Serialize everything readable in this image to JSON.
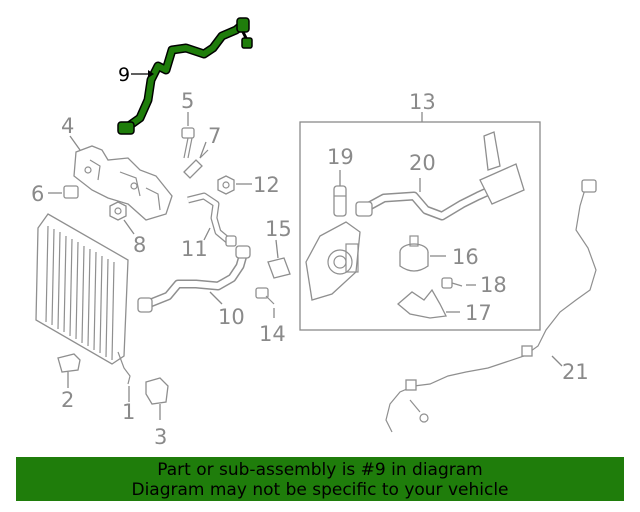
{
  "callouts": {
    "c1": "1",
    "c2": "2",
    "c3": "3",
    "c4": "4",
    "c5": "5",
    "c6": "6",
    "c7": "7",
    "c8": "8",
    "c9": "9",
    "c10": "10",
    "c11": "11",
    "c12": "12",
    "c13": "13",
    "c14": "14",
    "c15": "15",
    "c16": "16",
    "c17": "17",
    "c18": "18",
    "c19": "19",
    "c20": "20",
    "c21": "21"
  },
  "highlight": {
    "part": "9",
    "color": "#1f7d0b"
  },
  "banner": {
    "line1": "Part or sub-assembly is #9 in diagram",
    "line2": "Diagram may not be specific to your vehicle",
    "color": "#1f7d0b"
  }
}
